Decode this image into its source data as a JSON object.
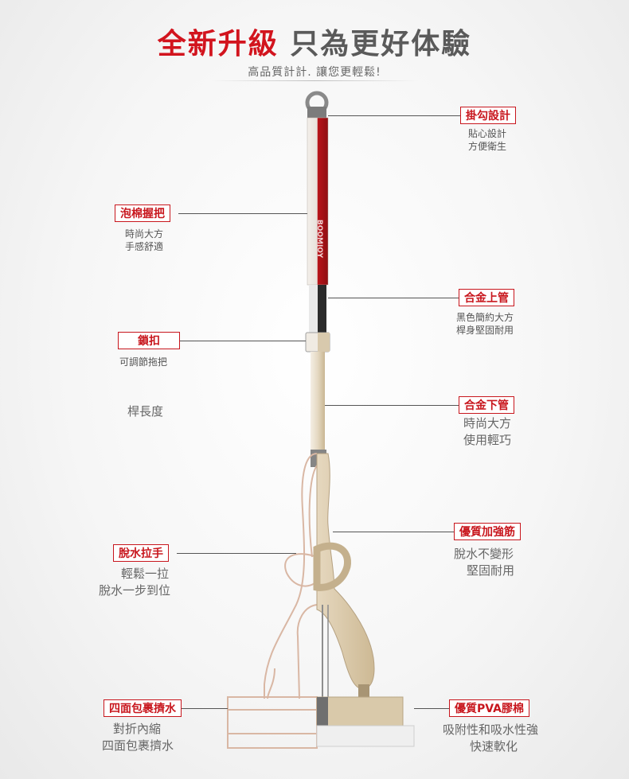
{
  "header": {
    "title_red": "全新升級",
    "title_gray": "只為更好体驗",
    "subtitle": "高品質計計. 讓您更輕鬆!"
  },
  "product": {
    "brand_on_handle": "BOOMJOY"
  },
  "callouts": {
    "hook": {
      "label": "掛勾設計",
      "desc1": "貼心設計",
      "desc2": "方便衛生"
    },
    "foam_grip": {
      "label": "泡棉握把",
      "desc1": "時尚大方",
      "desc2": "手感舒適"
    },
    "alloy_upper": {
      "label": "合金上管",
      "desc1": "黑色簡約大方",
      "desc2": "桿身堅固耐用"
    },
    "lock": {
      "label": "鎖扣",
      "desc1": "可調節拖把",
      "desc2": "桿長度"
    },
    "alloy_lower": {
      "label": "合金下管",
      "desc1": "時尚大方",
      "desc2": "使用輕巧"
    },
    "rib": {
      "label": "優質加強筋",
      "desc1": "脫水不變形",
      "desc2": "堅固耐用"
    },
    "squeeze_handle": {
      "label": "脫水拉手",
      "desc1": "輕鬆一拉",
      "desc2": "脫水一步到位"
    },
    "wrap_squeeze": {
      "label": "四面包裹擠水",
      "desc1": "對折內縮",
      "desc2": "四面包裹擠水"
    },
    "pva": {
      "label": "優質PVA膠棉",
      "desc1": "吸附性和吸水性強",
      "desc2": "快速軟化"
    }
  },
  "colors": {
    "accent_red": "#d2141e",
    "handle_red": "#b8141a",
    "beige": "#d9c7a6",
    "dark_gray": "#5a5a5a"
  }
}
